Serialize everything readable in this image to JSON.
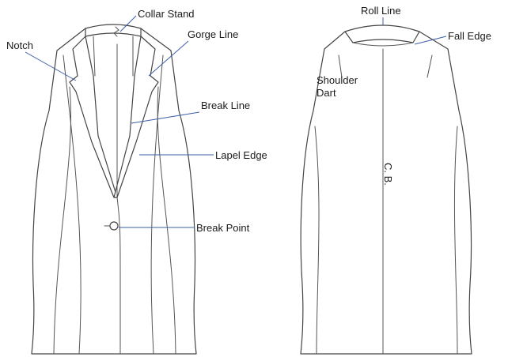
{
  "labels": {
    "collar_stand": "Collar Stand",
    "notch": "Notch",
    "gorge_line": "Gorge Line",
    "break_line": "Break Line",
    "lapel_edge": "Lapel Edge",
    "break_point": "Break Point",
    "roll_line": "Roll Line",
    "fall_edge": "Fall Edge",
    "shoulder_dart_line1": "Shoulder",
    "shoulder_dart_line2": "Dart",
    "center_back": "C. B."
  },
  "colors": {
    "outline": "#444444",
    "leader": "#3b5ea8",
    "text": "#1a1a1a"
  }
}
